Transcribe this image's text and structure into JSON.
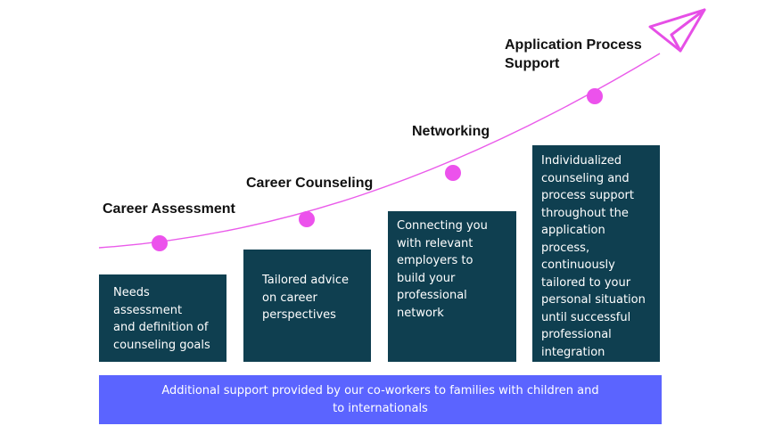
{
  "colors": {
    "curve": "#ea5bea",
    "dot": "#ec52ec",
    "box": "#0f3f50",
    "footer": "#5b64ff",
    "plane": "#e64fe6"
  },
  "plane_icon": "paper-plane-icon",
  "steps": [
    {
      "title": "Career Assessment",
      "description": "Needs\nassessment\n and definition of\ncounseling goals"
    },
    {
      "title": "Career Counseling",
      "description": "Tailored advice\non career\nperspectives"
    },
    {
      "title": "Networking",
      "description": "Connecting you\nwith relevant\nemployers to\nbuild your\nprofessional\nnetwork"
    },
    {
      "title": "Application Process\nSupport",
      "description": "Individualized\ncounseling and\nprocess support\nthroughout the\napplication\nprocess,\ncontinuously\ntailored to your\npersonal situation\nuntil successful\nprofessional\nintegration"
    }
  ],
  "footer": {
    "text": "Additional support provided by our co-workers to families with children and\nto internationals"
  }
}
